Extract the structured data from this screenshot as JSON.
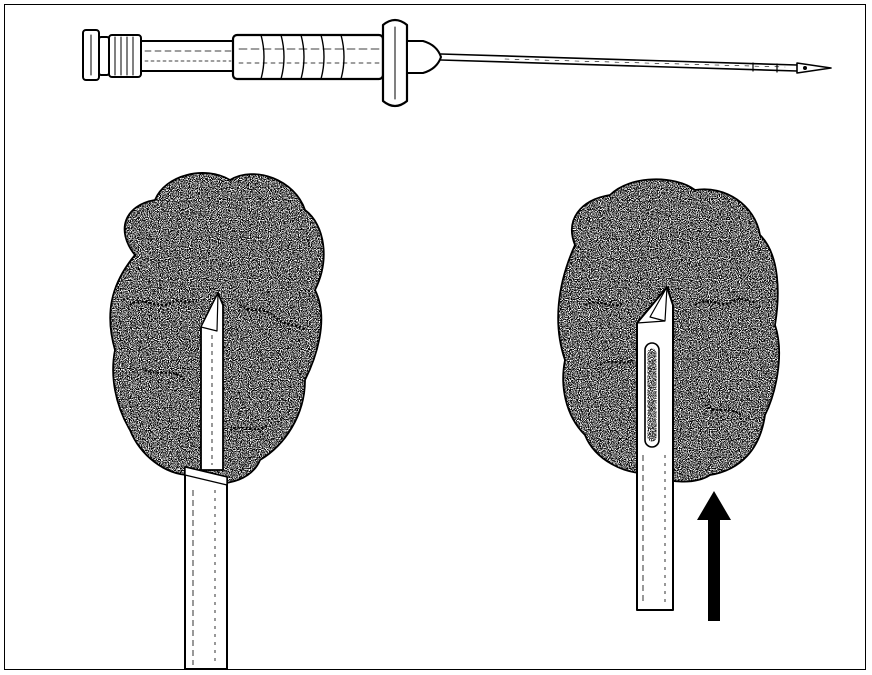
{
  "figure": {
    "panels": [
      {
        "id": "biopsy-device",
        "label": ""
      },
      {
        "id": "needle-in-lesion",
        "label": ""
      },
      {
        "id": "needle-advanced-notch",
        "label": "",
        "arrow_direction": "up"
      }
    ]
  },
  "colors": {
    "ink": "#000000",
    "background": "#ffffff",
    "tissue_speckle": "#1a1a1a"
  },
  "icons": [
    "core-biopsy-needle-icon",
    "tissue-lesion-icon",
    "up-arrow-icon"
  ]
}
